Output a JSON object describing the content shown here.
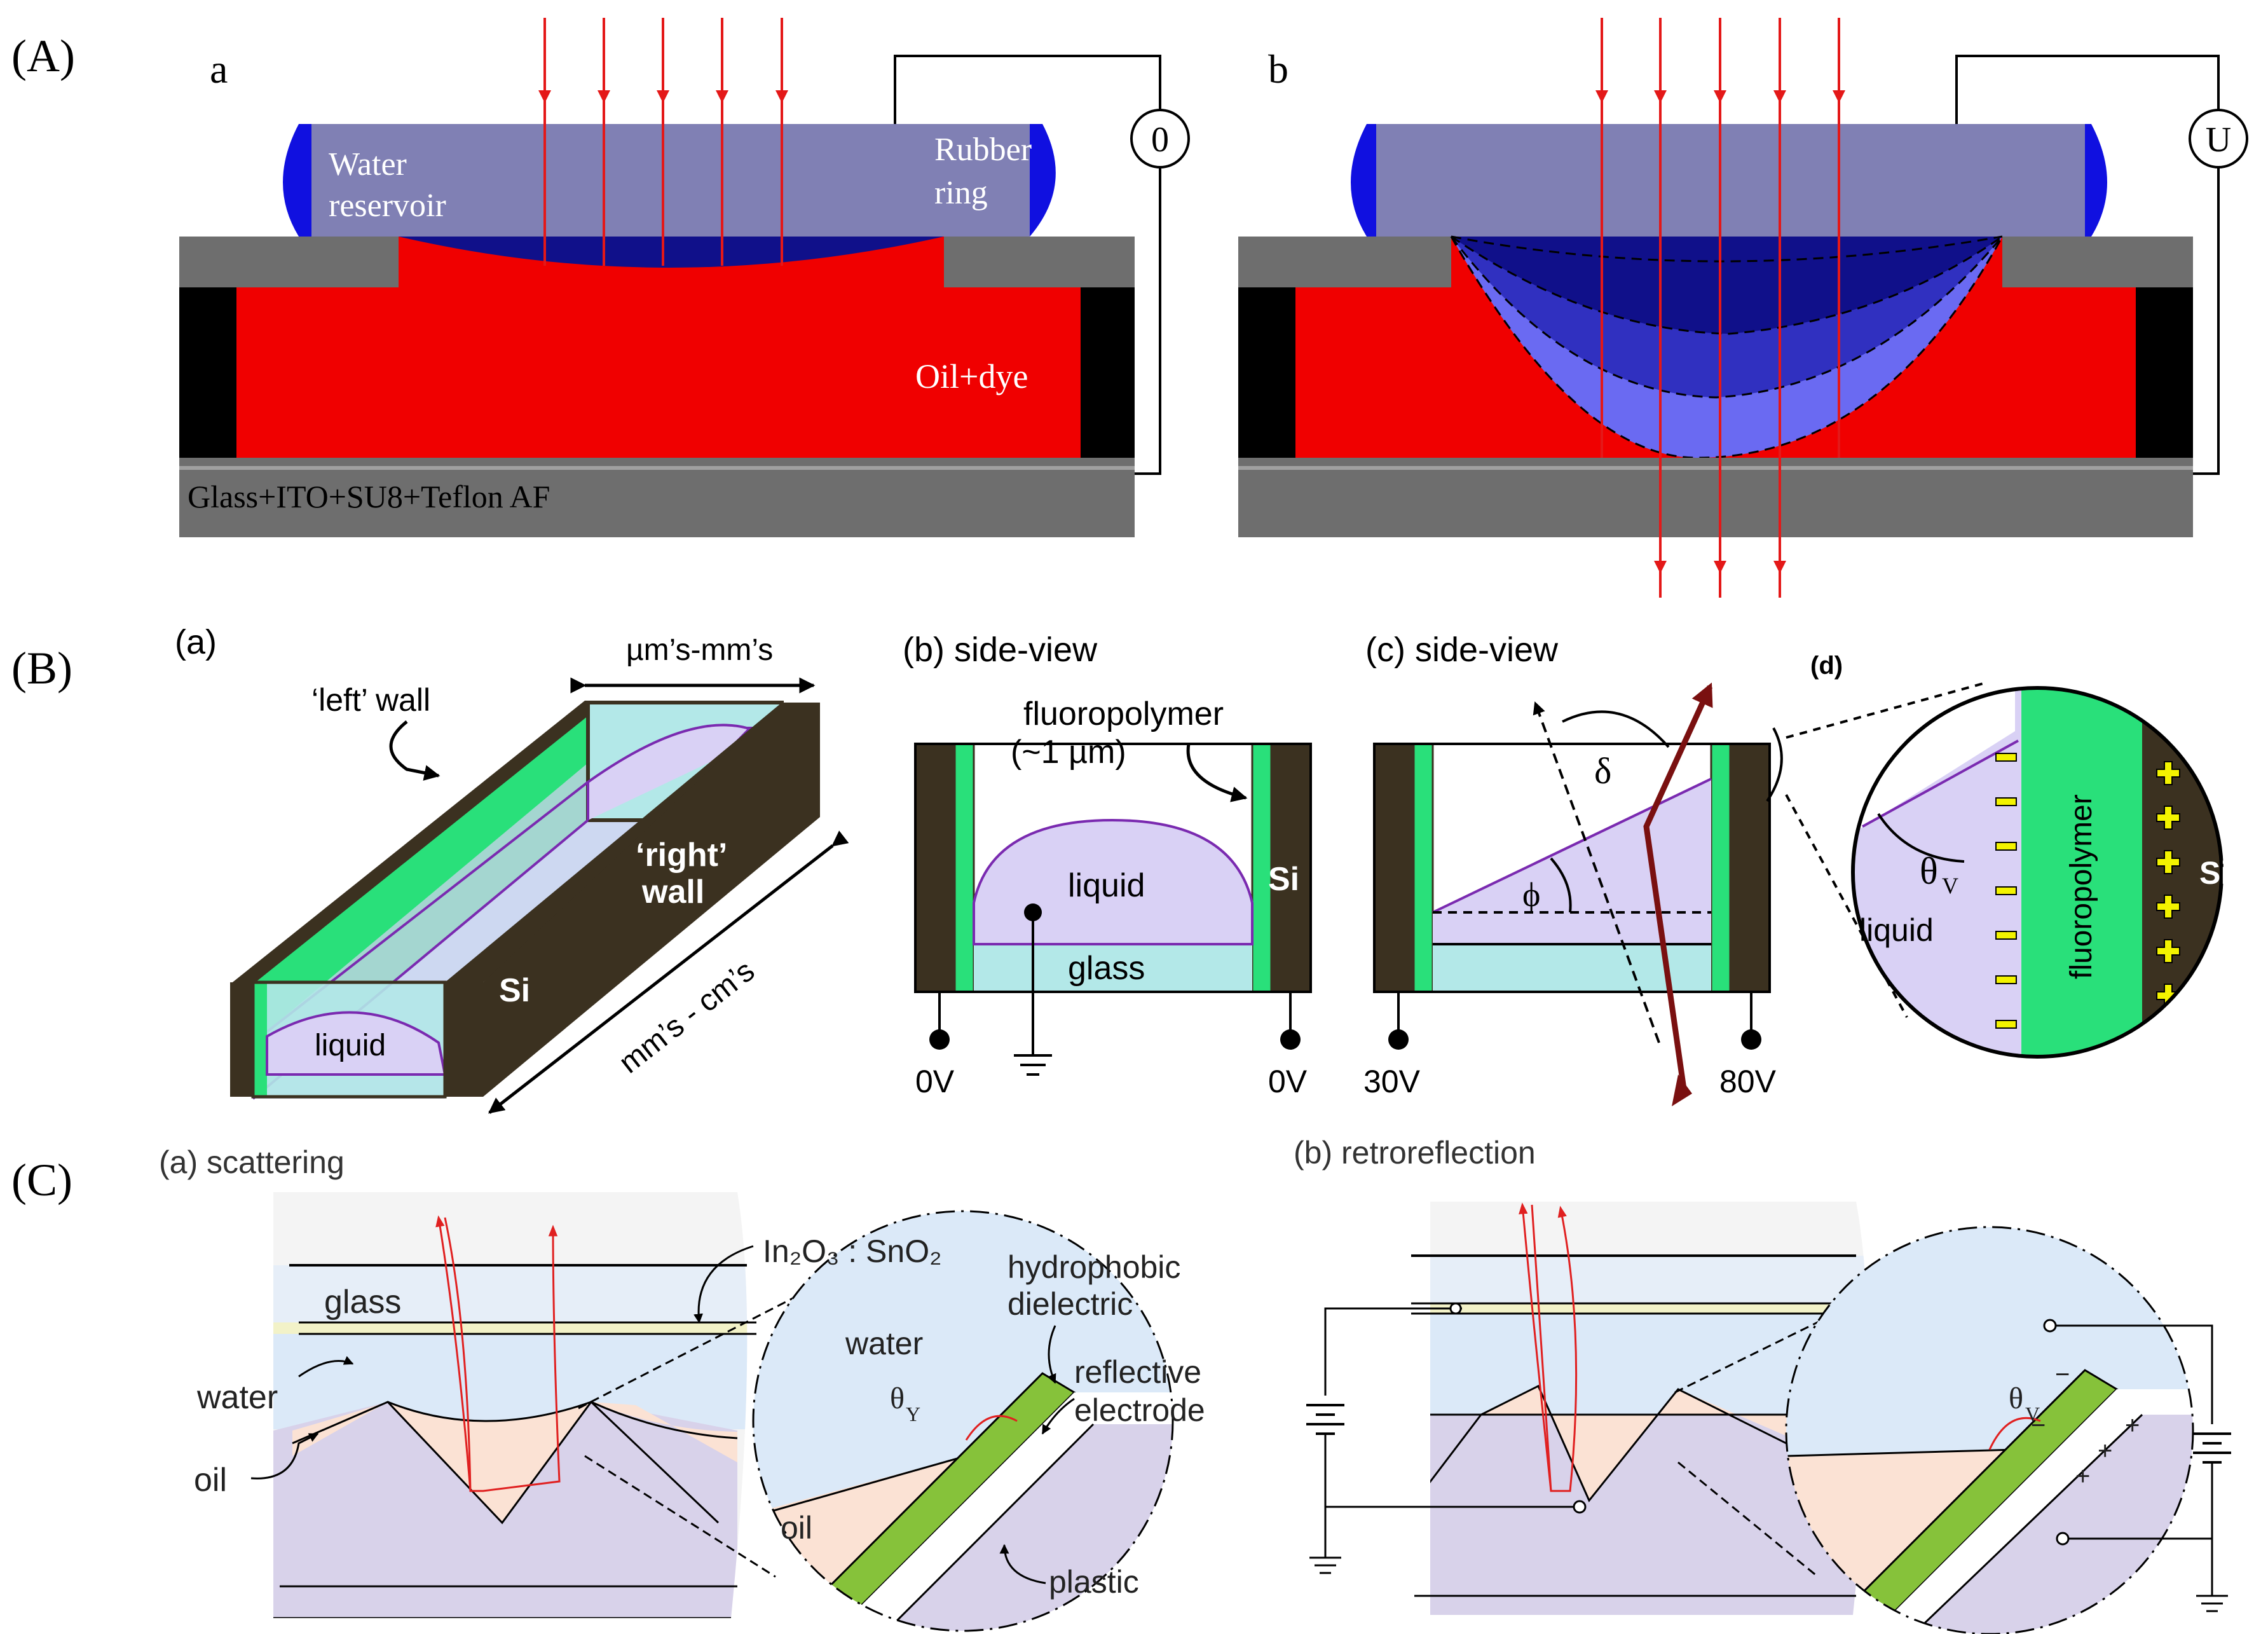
{
  "panel_labels": {
    "A": "(A)",
    "B": "(B)",
    "C": "(C)"
  },
  "colors": {
    "gray": "#6e6e6e",
    "water_blue": "#8080b4",
    "ring_blue": "#1010e0",
    "oil_red": "#f00000",
    "ray_red": "#e41818",
    "deep_blue": "#10108a",
    "mid_blue": "#3030c0",
    "light_blue": "#6a6af2",
    "si_brown": "#3b3120",
    "fluoro_green": "#29e07a",
    "liquid_lavender": "#d9d1f5",
    "glass_cyan": "#b3e8e8",
    "purple_line": "#7a2ab0",
    "dark_red": "#7a1010",
    "charge_yellow": "#f3f300",
    "sky_blue": "#dbe9f8",
    "oil_peach": "#fbe2d4",
    "plastic_lavender": "#d8d2ea",
    "green_dielectric": "#86c23a"
  },
  "panelA": {
    "sub_a": "a",
    "sub_b": "b",
    "water_reservoir": [
      "Water",
      "reservoir"
    ],
    "rubber_ring": [
      "Rubber",
      "ring"
    ],
    "oil_dye": "Oil+dye",
    "substrate": "Glass+ITO+SU8+Teflon AF",
    "voltage_a": "0",
    "voltage_b": "U"
  },
  "panelB": {
    "a_label": "(a)",
    "b_label": "(b) side-view",
    "c_label": "(c) side-view",
    "d_label": "(d)",
    "width_label": "µm’s-mm’s",
    "left_wall": "‘left’ wall",
    "right_wall": [
      "‘right’",
      "wall"
    ],
    "si": "Si",
    "liquid": "liquid",
    "length_label": "mm’s - cm’s",
    "fluoropolymer": "fluoropolymer",
    "fluoropolymer_thickness": "(~1 µm)",
    "glass": "glass",
    "v_b_left": "0V",
    "v_b_right": "0V",
    "v_c_left": "30V",
    "v_c_right": "80V",
    "delta": "δ",
    "phi": "ϕ",
    "theta_v": "θ",
    "theta_v_sub": "V",
    "fluoropolymer_vertical": "fluoropolymer"
  },
  "panelC": {
    "a_label": "(a)  scattering",
    "b_label": "(b)  retroreflection",
    "glass": "glass",
    "ito_label": "In₂O₃ : SnO₂",
    "hydrophobic": [
      "hydrophobic",
      "dielectric"
    ],
    "water": "water",
    "reflective": [
      "reflective",
      "electrode"
    ],
    "oil": "oil",
    "plastic": "plastic",
    "theta_y": "θ",
    "theta_y_sub": "Y",
    "theta_v": "θ",
    "theta_v_sub": "V",
    "minus": "−",
    "plus": "+"
  }
}
